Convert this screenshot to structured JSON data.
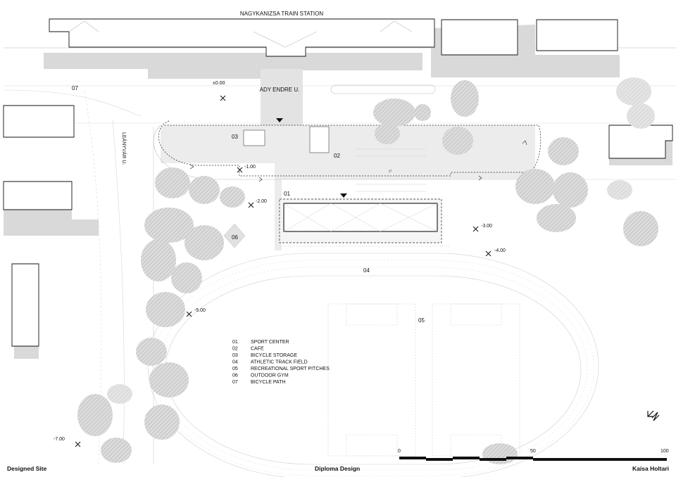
{
  "street_labels": {
    "station": "NAGYKANIZSA TRAIN STATION",
    "ady": "ADY ENDRE U.",
    "leanyvar": "LEÁNYVÁR U."
  },
  "site_numbers": {
    "n07": "07",
    "n03": "03",
    "n02": "02",
    "n01": "01",
    "n06": "06",
    "n04": "04",
    "n05": "05",
    "parking": "P"
  },
  "elevations": {
    "e000": "±0.00",
    "e100": "-1.00",
    "e200": "-2.00",
    "e300": "-3.00",
    "e400": "-4.00",
    "e500": "-5.00",
    "e700": "-7.00"
  },
  "legend": [
    {
      "num": "01",
      "text": "SPORT CENTER"
    },
    {
      "num": "02",
      "text": "CAFE"
    },
    {
      "num": "03",
      "text": "BICYCLE STORAGE"
    },
    {
      "num": "04",
      "text": "ATHLETIC TRACK FIELD"
    },
    {
      "num": "05",
      "text": "RECREATIONAL SPORT PITCHES"
    },
    {
      "num": "06",
      "text": "OUTDOOR GYM"
    },
    {
      "num": "07",
      "text": "BICYCLE PATH"
    }
  ],
  "scale": {
    "start": "0",
    "mid": "50",
    "end": "100"
  },
  "footer": {
    "left": "Designed Site",
    "center": "Diploma Design",
    "right": "Kaisa Holtari"
  },
  "colors": {
    "shadow": "#d8d8d8",
    "plaza": "#e6e6e6",
    "tree": "#c9c9c9",
    "outline": "#111111"
  }
}
